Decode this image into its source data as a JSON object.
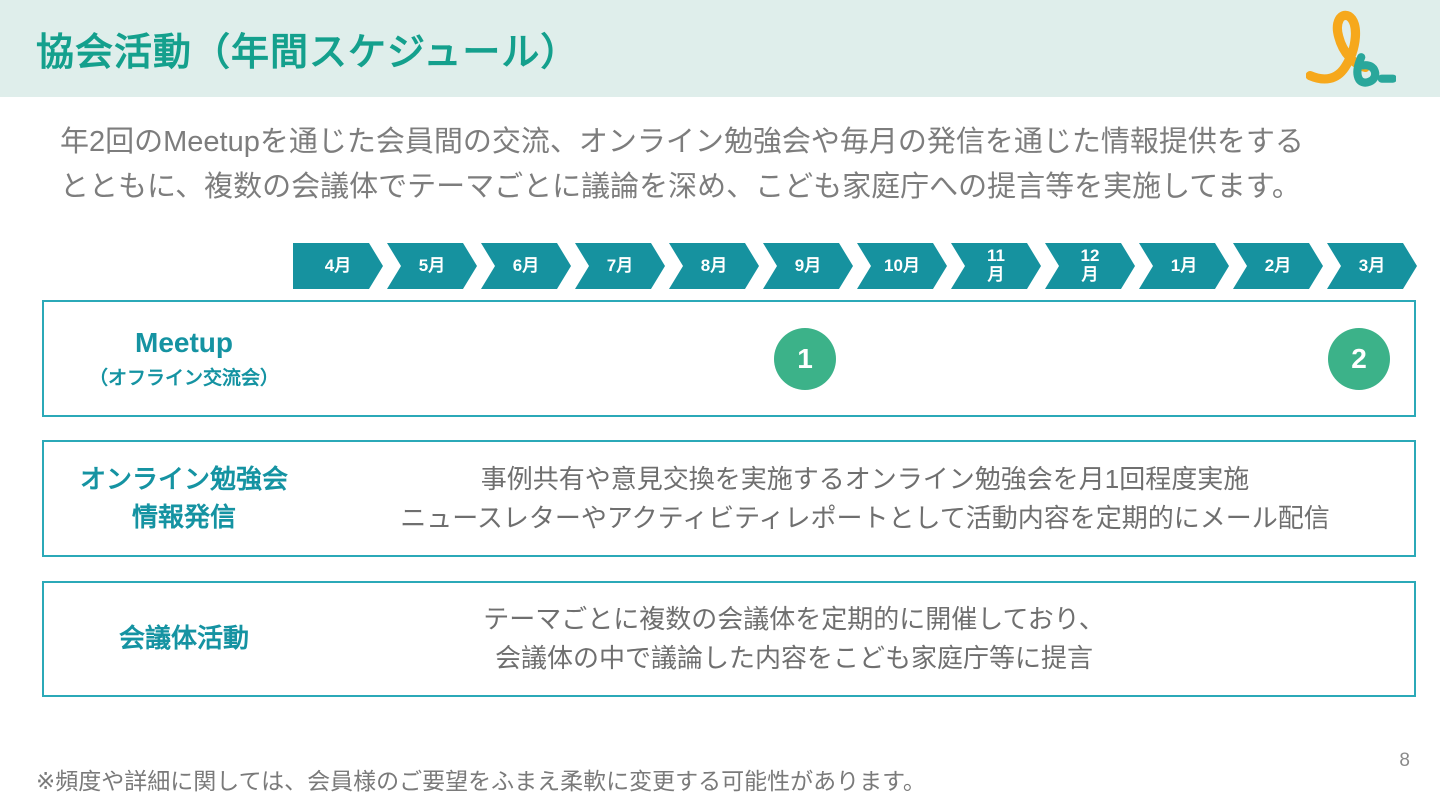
{
  "header": {
    "title": "協会活動（年間スケジュール）"
  },
  "intro": {
    "line1": "年2回のMeetupを通じた会員間の交流、オンライン勉強会や毎月の発信を通じた情報提供をする",
    "line2": "とともに、複数の会議体でテーマごとに議論を深め、こども家庭庁への提言等を実施してます。"
  },
  "timeline": {
    "months": [
      "4月",
      "5月",
      "6月",
      "7月",
      "8月",
      "9月",
      "10月",
      "11\n月",
      "12\n月",
      "1月",
      "2月",
      "3月"
    ]
  },
  "rows": {
    "meetup": {
      "title": "Meetup",
      "subtitle": "（オフライン交流会）",
      "marker1": "1",
      "marker2": "2"
    },
    "online": {
      "label1": "オンライン勉強会",
      "label2": "情報発信",
      "desc1": "事例共有や意見交換を実施するオンライン勉強会を月1回程度実施",
      "desc2": "ニュースレターやアクティビティレポートとして活動内容を定期的にメール配信"
    },
    "council": {
      "label": "会議体活動",
      "desc1": "テーマごとに複数の会議体を定期的に開催しており、",
      "desc2": "会議体の中で議論した内容をこども家庭庁等に提言"
    }
  },
  "footer": {
    "note": "※頻度や詳細に関しては、会員様のご要望をふまえ柔軟に変更する可能性があります。",
    "page_number": "8"
  },
  "colors": {
    "header_bg": "#dfeeeb",
    "title_teal": "#14a08d",
    "arrow_teal": "#16929f",
    "box_border_teal": "#2ba9b8",
    "label_teal": "#1593a2",
    "marker_green": "#3cb289",
    "body_gray": "#7d7d7d",
    "logo_orange": "#f6a81c",
    "logo_teal": "#2aa79b"
  }
}
